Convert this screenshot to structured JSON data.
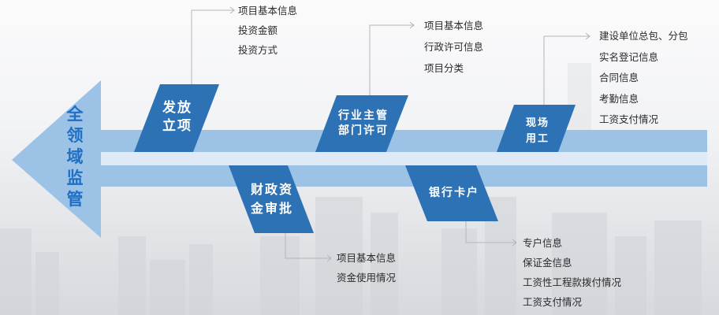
{
  "title": {
    "chars": [
      "全",
      "领",
      "域",
      "监",
      "管"
    ]
  },
  "colors": {
    "arrow": "#9cc2e6",
    "band_light": "#dfeaf6",
    "node": "#2d72b5",
    "node_text": "#ffffff",
    "title_text": "#1f6fc4",
    "connector": "#b5b5b5",
    "list_text": "#2a2a2a"
  },
  "nodes": [
    {
      "id": "fangfa-lixiang",
      "position": "top",
      "lines": [
        "发放",
        "立项"
      ],
      "items": [
        "项目基本信息",
        "投资金额",
        "投资方式"
      ]
    },
    {
      "id": "hangye-zhuguan",
      "position": "top",
      "lines": [
        "行业主管",
        "部门许可"
      ],
      "items": [
        "项目基本信息",
        "行政许可信息",
        "项目分类"
      ]
    },
    {
      "id": "xianchang-yonggong",
      "position": "top",
      "lines": [
        "现场",
        "用工"
      ],
      "items": [
        "建设单位总包、分包",
        "实名登记信息",
        "合同信息",
        "考勤信息",
        "工资支付情况"
      ]
    },
    {
      "id": "caizheng-zijin",
      "position": "bottom",
      "lines": [
        "财政资",
        "金审批"
      ],
      "items": [
        "项目基本信息",
        "资金使用情况"
      ]
    },
    {
      "id": "yinhang-kahu",
      "position": "bottom",
      "lines": [
        "银行卡户"
      ],
      "items": [
        "专户信息",
        "保证金信息",
        "工资性工程款拨付情况",
        "工资支付情况"
      ]
    }
  ]
}
